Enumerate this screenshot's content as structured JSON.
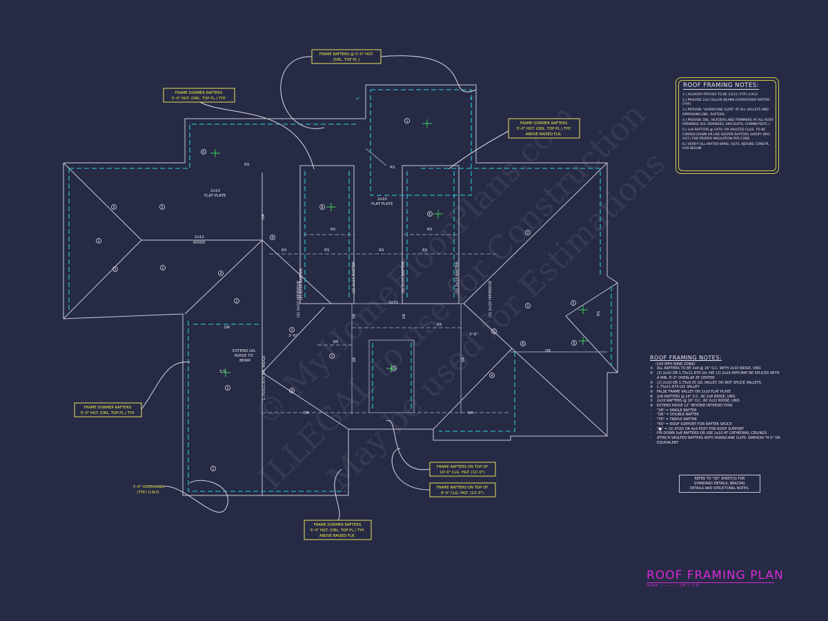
{
  "drawing": {
    "title": "ROOF FRAMING PLAN",
    "scale_label": "SCALE:",
    "scale_value": "1/4\" = 1'-0\"",
    "colors": {
      "background": "#272a45",
      "lines": "#c9ccd8",
      "dashed": "#2bb5c4",
      "callouts": "#f2ee4a",
      "title": "#d62bd6"
    }
  },
  "watermark": {
    "line1": "© MyHomeFloorPlans.com",
    "line2": "ILLEGAL to use for Construction",
    "line3": "May be used for Estimations"
  },
  "callouts": [
    {
      "l1": "FRAME RAFTERS @ 5'-0\" HGT.",
      "l2": "(DBL. TOP PL.)"
    },
    {
      "l1": "FRAME DORMER RAFTERS",
      "l2": "5'-0\" HGT. (DBL. TOP PL.) TYP."
    },
    {
      "l1": "FRAME DORMER RAFTERS",
      "l2": "5'-0\" HGT. (DBL. TOP PL.) TYP.",
      "l3": "ABOVE RAISED FLR."
    },
    {
      "l1": "FRAME DORMER RAFTERS",
      "l2": "5'-0\" HGT. (DBL. TOP PL.) TYP."
    },
    {
      "l1": "FRAME RAFTERS ON TOP OF",
      "l2": "10'-0\" CLG. HGT. (11'-0\")"
    },
    {
      "l1": "FRAME RAFTERS ON TOP OF",
      "l2": "9'-0\" CLG. HGT. (13'-0\")"
    },
    {
      "l1": "FRAME DORMER RAFTERS",
      "l2": "5'-0\" HGT. (DBL. TOP PL.) TYP.",
      "l3": "ABOVE RAISED FLR."
    }
  ],
  "overhang_note": {
    "l1": "1'-0\" OVERHANG",
    "l2": "(TYP.) U.N.O."
  },
  "plan_labels": {
    "rs": "RS",
    "dr": "DR",
    "sr": "SR",
    "tr": "TR",
    "flat_plate": "2x10",
    "flat_plate2": "FLAT PLATE",
    "ridge_2x12": "2x12",
    "ridge": "RIDGE",
    "rafter": "(2) 2x10 RAFTER",
    "hip_ridge": "(2) 2x10 HIP/RIDGE",
    "extend_lvl": "EXTEND LVL",
    "extend_lvl2": "RIDGE TO",
    "extend_lvl3": "BEAM",
    "lvl_ridge": "1.75x11.875 LVL RIDGE",
    "dim_3_6": "3'-6\"",
    "dim_6": "6\"",
    "pitch_12": "12",
    "pitch_3": "3.5",
    "n1": "1",
    "n2": "2",
    "n3": "3",
    "n4": "4",
    "n5": "5",
    "n6": "6",
    "n7": "7",
    "n8": "8"
  },
  "notes_top": {
    "title": "ROOF FRAMING NOTES:",
    "items": [
      "1.) ALLROOF PITCHES TO BE 12/12 (TYP.) U.N.O.",
      "2.) PROVIDE 2x4 COLLAR BEAMS EVERYOTHER RAFTER (TYP.)",
      "3.) PROVIDE \"HURRICANE CLIPS\" AT ALL VALLEYS AND OPPPOSING DBL. RAFTERS",
      "4.) PROVIDE DBL. HEADERS ABD TRIMMERS AT ALL ROOF OPENINGS (EX: DORMERS, SKYLIGHTS, CHIMNEYSETC.)",
      "5.) 2x6 RAFTERS @ CATH. OR VAULTED CLGS. TO BE FURRED DOWN OR USE DEEPER RAFTERS (VERIFY BRG. HGT.) FOR PROPER INSULATION PER CODE",
      "6.) VERIFY ALL RAFTER BRNG. HGTS. BEFORE CONSTR. HAS BEGUN"
    ]
  },
  "notes_bottom": {
    "title": "ROOF FRAMING NOTES:",
    "zone": "(100 MPH WIND ZONE)",
    "items": [
      {
        "mark": "①",
        "text": "ALL RAFTERS TO BE 2x8 @ 16\" O.C. WITH 2x10 RIDGE, UNO."
      },
      {
        "mark": "②",
        "text": "(2) 2x10 OR 1.75x11.875 LVL HIP. (2) 2x10 HIPS MAY BE SPLICED WITH A MIN. 6'-0\" OVERLAP AT CENTER"
      },
      {
        "mark": "③",
        "text": "(2) 2x10 OR 1.75x9.25 LVL VALLEY. DO NOT SPLICE VALLEYS"
      },
      {
        "mark": "④",
        "text": "1.75x11.875 LVL VALLEY"
      },
      {
        "mark": "⑤",
        "text": "FALSE FRAME VALLEY ON 2x10 FLAT PLATE"
      },
      {
        "mark": "⑥",
        "text": "2x6 RAFTERS @ 16\" O.C. W/ 2x8 RIDGE, UNO."
      },
      {
        "mark": "⑦",
        "text": "2x10 RAFTERS @ 16\" O.C. W/ 2x12 RIDGE, UNO."
      },
      {
        "mark": "⑧",
        "text": "EXTEND RIDGE 12\" BEYOND INTERSECTION"
      },
      {
        "mark": "-",
        "text": "\"SR\" = SINGLE RAFTER"
      },
      {
        "mark": "-",
        "text": "\"DR\" = DOUBLE RAFTER"
      },
      {
        "mark": "-",
        "text": "\"TR\" = TREPLE RAFTER"
      },
      {
        "mark": "-",
        "text": "\"RS\" = ROOF SUPPORT FOR RAFTER SPLICE"
      },
      {
        "mark": "-",
        "text": "\"■\" = (3) STUD OR 4x4 POST FOR ROOF SUPPORT"
      },
      {
        "mark": "-",
        "text": "FIR DOWN 2x8 RAFTERS OR USE 2x10 AT CATHEDRAL CEILINGS"
      },
      {
        "mark": "-",
        "text": "ATTACH VAULTED RAFTERS WITH HURRICANE CLIPS: SIMPSON \"H-5\" OR EQUIVALENT"
      }
    ]
  },
  "refer_note": {
    "l1": "REFER TO \"SD\" SHEET(S) FOR",
    "l2": "STANDARD DETAILS, BRACING",
    "l3": "DETAILS AND STRUCTURAL NOTES."
  }
}
